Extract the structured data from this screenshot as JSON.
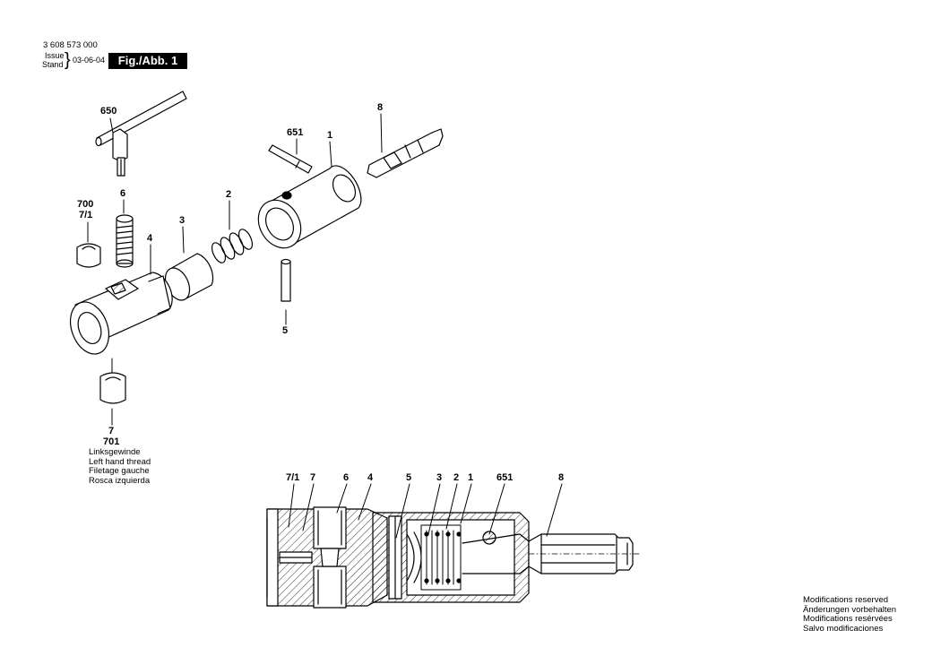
{
  "header": {
    "doc_number": "3 608 573 000",
    "issue_label": "Issue",
    "stand_label": "Stand",
    "date": "03-06-04",
    "figure_label": "Fig./Abb. 1"
  },
  "exploded_labels": [
    "650",
    "8",
    "651",
    "1",
    "6",
    "700",
    "7/1",
    "2",
    "3",
    "4",
    "5",
    "7",
    "701"
  ],
  "thread_note": [
    "Linksgewinde",
    "Left hand thread",
    "Filetage gauche",
    "Rosca izquierda"
  ],
  "section_labels": [
    "7/1",
    "7",
    "6",
    "4",
    "5",
    "3",
    "2",
    "1",
    "651",
    "8"
  ],
  "modifications_note": [
    "Modifications reserved",
    "Änderungen vorbehalten",
    "Modifications resérvées",
    "Salvo modificaciones"
  ]
}
